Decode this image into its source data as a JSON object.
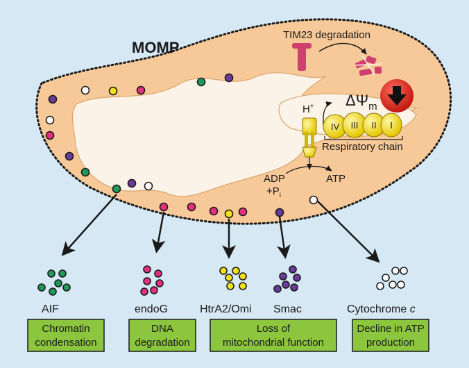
{
  "title": "MOMP",
  "tim23_label": "TIM23 degradation",
  "delta_psi": "ΔΨ",
  "delta_psi_sub": "m",
  "h_plus": "H",
  "h_plus_sup": "+",
  "adp": "ADP",
  "pi": "+P",
  "pi_sub": "i",
  "atp": "ATP",
  "complexes": [
    "IV",
    "III",
    "II",
    "I"
  ],
  "respiratory_chain": "Respiratory chain",
  "proteins": [
    {
      "name": "AIF",
      "color": "#1e9a5a"
    },
    {
      "name": "endoG",
      "color": "#e0307e"
    },
    {
      "name": "HtrA2/Omi",
      "color": "#f2e21a"
    },
    {
      "name": "Smac",
      "color": "#6a3a9a"
    },
    {
      "name": "Cytochrome",
      "name_italic": "c",
      "color": "#ffffff"
    }
  ],
  "outcomes": [
    {
      "line1": "Chromatin",
      "line2": "condensation"
    },
    {
      "line1": "DNA",
      "line2": "degradation"
    },
    {
      "line1": "Loss of",
      "line2": "mitochondrial function"
    },
    {
      "line1": "Decline in ATP",
      "line2": "production"
    }
  ],
  "colors": {
    "background": "#d5e8f4",
    "mito_outer": "#f7c998",
    "mito_inner": "#fcf3e8",
    "box_fill": "#8cc63f",
    "complex_fill": "#f0dc1e",
    "down_arrow_bg": "#d8281e",
    "tim23": "#d0406e"
  }
}
